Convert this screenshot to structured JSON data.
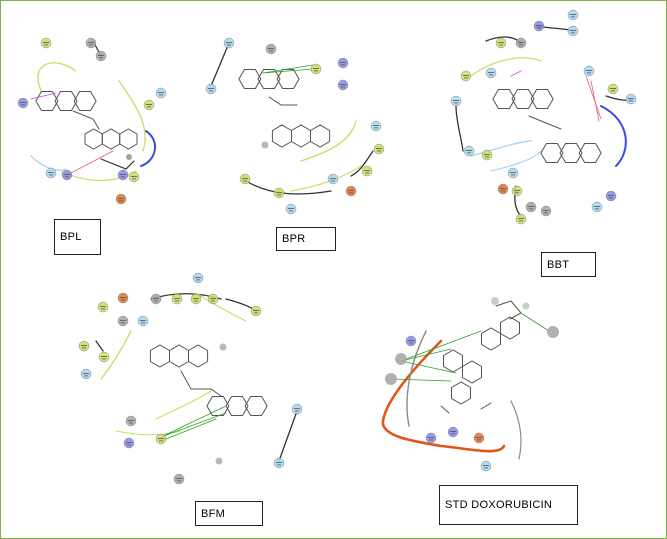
{
  "panels": [
    {
      "label": "BPL"
    },
    {
      "label": "BPR"
    },
    {
      "label": "BBT"
    },
    {
      "label": "BFM"
    },
    {
      "label": "STD DOXORUBICIN"
    }
  ],
  "colors": {
    "hydrophobic": "#c9e06a",
    "polar": "#a9d8f0",
    "negative": "#e07a3a",
    "positive": "#8a8ee8",
    "glycine": "#a8a8a8",
    "pi_pi": "#2aa02a",
    "hbond": "#c050d0",
    "salt_bridge": "#e06080",
    "pocket_orange": "#e0561a",
    "pocket_blue": "#3b4be0"
  }
}
